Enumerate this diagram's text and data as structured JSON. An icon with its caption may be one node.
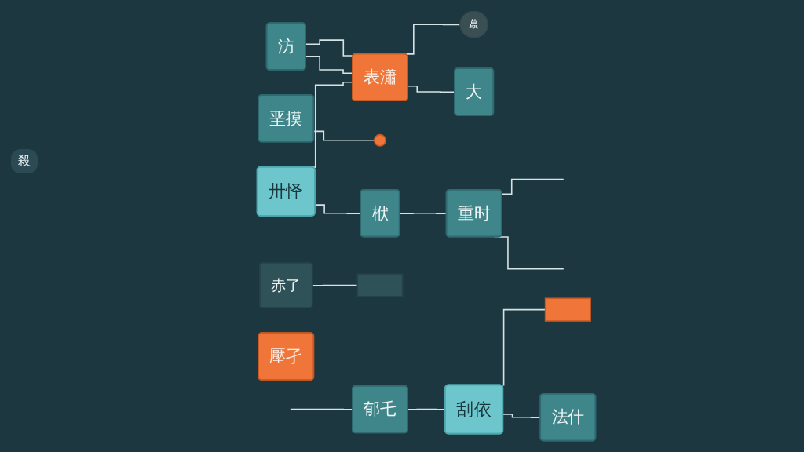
{
  "diagram": {
    "nodes": [
      {
        "text": [
          "郁乇"
        ]
      },
      {
        "text": [
          "垩摸"
        ]
      },
      {
        "text": [],
        "shape": "circle"
      },
      {
        "text": [
          "汸"
        ]
      },
      {
        "text": [
          "蕞"
        ]
      },
      {
        "text": [
          "大"
        ]
      },
      {
        "text": [
          "刮依"
        ]
      },
      {
        "text": [
          "卅怿"
        ]
      },
      {
        "text": [],
        "shape": "box"
      },
      {
        "text": [
          "表瀟"
        ]
      },
      {
        "text": [
          "赤了"
        ]
      },
      {
        "text": [],
        "shape": "box"
      },
      {
        "text": [
          "壓孑"
        ]
      },
      {
        "text": [
          "法什"
        ]
      },
      {
        "text": [
          "栿"
        ]
      },
      {
        "text": [
          "重时"
        ]
      }
    ],
    "edges": [
      {
        "from": null,
        "to": 0,
        "arrow": "none"
      },
      {
        "from": 0,
        "to": 6,
        "arrow": "none"
      },
      {
        "from": 6,
        "to": 8,
        "arrow": "none"
      },
      {
        "from": 6,
        "to": 13,
        "arrow": "none"
      },
      {
        "from": 1,
        "to": 2,
        "arrow": "none"
      },
      {
        "from": 3,
        "to": 9,
        "arrow": "none"
      },
      {
        "from": 3,
        "to": 9,
        "arrow": "none"
      },
      {
        "from": 7,
        "to": 9,
        "arrow": "none"
      },
      {
        "from": 7,
        "to": 14,
        "arrow": "none"
      },
      {
        "from": 14,
        "to": 15,
        "arrow": "none"
      },
      {
        "from": 9,
        "to": 4,
        "arrow": "none"
      },
      {
        "from": 9,
        "to": 5,
        "arrow": "none"
      },
      {
        "from": 10,
        "to": 11,
        "arrow": "none"
      },
      {
        "from": 15,
        "to": null,
        "arrow": "none"
      },
      {
        "from": 15,
        "to": null,
        "arrow": "none"
      }
    ],
    "labels": [
      "殺"
    ]
  }
}
